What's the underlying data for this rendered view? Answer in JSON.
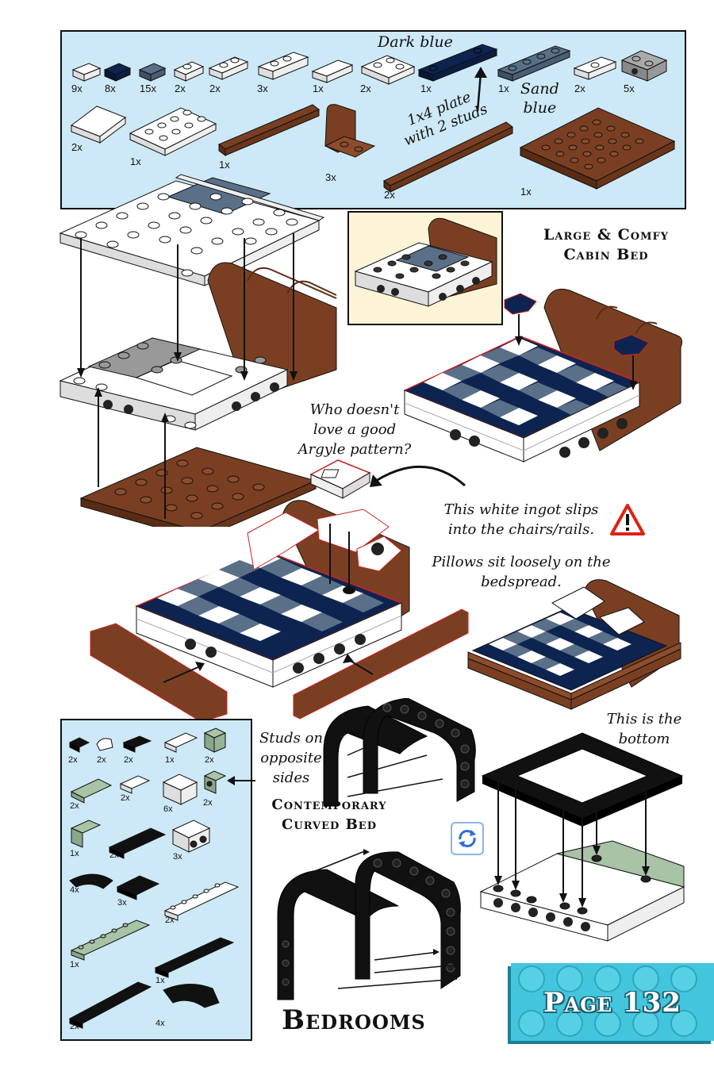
{
  "top_parts": {
    "quantities": [
      "9x",
      "8x",
      "15x",
      "2x",
      "2x",
      "3x",
      "1x",
      "2x",
      "1x",
      "1x",
      "2x",
      "5x",
      "2x",
      "1x",
      "1x",
      "3x",
      "2x",
      "1x"
    ],
    "callout_dark_blue": "Dark blue",
    "callout_plate_line1": "1x4 plate",
    "callout_plate_line2": "with 2 studs",
    "callout_sand_line1": "Sand",
    "callout_sand_line2": "blue"
  },
  "cabin_bed": {
    "title_line1": "Large & Comfy",
    "title_line2": "Cabin Bed",
    "argyle_line1": "Who doesn't",
    "argyle_line2": "love a good",
    "argyle_line3": "Argyle pattern?",
    "ingot_line1": "This white ingot slips",
    "ingot_line2": "into the chairs/rails.",
    "pillows_line1": "Pillows sit loosely on the",
    "pillows_line2": "bedspread."
  },
  "curved_bed": {
    "title_line1": "Contemporary",
    "title_line2": "Curved Bed",
    "studs_line1": "Studs on",
    "studs_line2": "opposite",
    "studs_line3": "sides",
    "bottom_line1": "This is the",
    "bottom_line2": "bottom",
    "quantities": [
      "2x",
      "2x",
      "2x",
      "1x",
      "2x",
      "2x",
      "2x",
      "6x",
      "2x",
      "1x",
      "2x",
      "3x",
      "4x",
      "3x",
      "2x",
      "1x",
      "1x",
      "2x",
      "4x"
    ]
  },
  "footer": {
    "section_title": "Bedrooms",
    "page_label": "Page 132"
  },
  "colors": {
    "panel_bg": "#cde9f7",
    "brown": "#7a3f22",
    "dark_blue": "#0e2450",
    "sand_blue": "#5a7089",
    "sand_green": "#a8c3a6",
    "badge": "#43c6dd"
  }
}
